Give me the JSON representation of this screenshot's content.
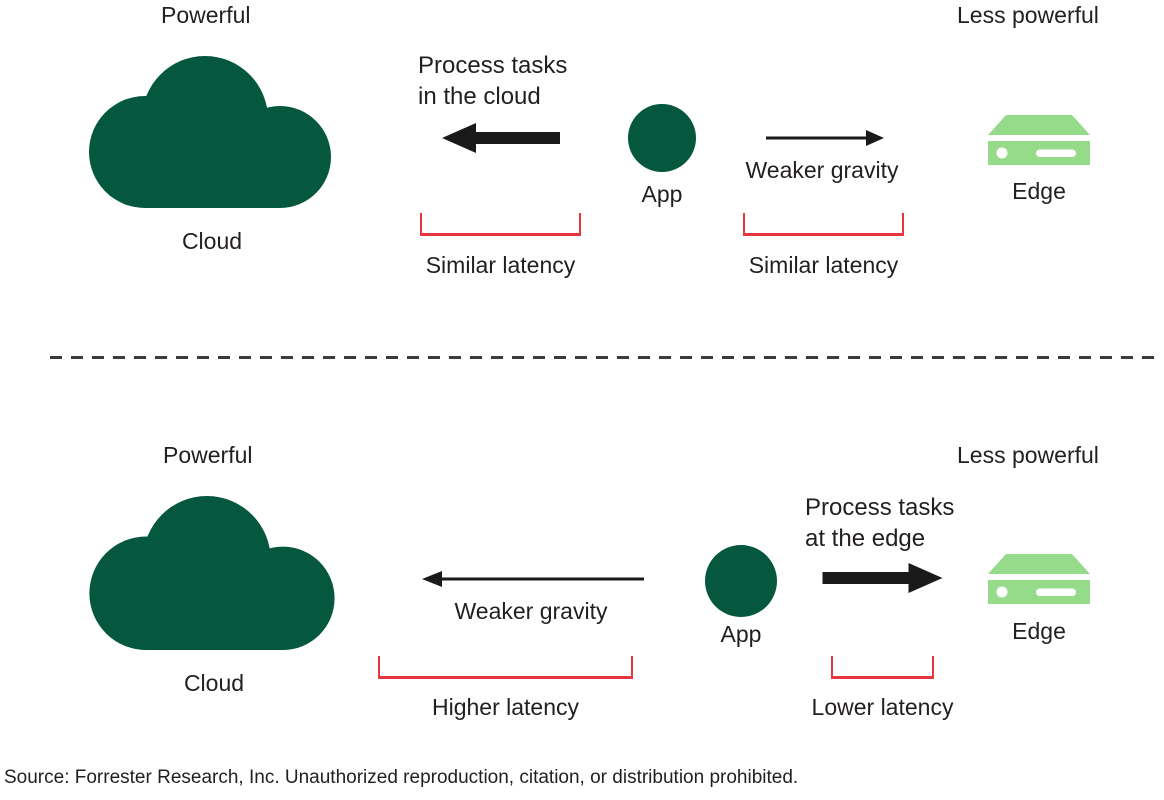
{
  "colors": {
    "dark_green": "#05573E",
    "light_green": "#96DB8A",
    "bracket_red": "#E8353F",
    "arrow_black": "#1A1A1A",
    "text": "#231F20"
  },
  "top": {
    "powerful_label": "Powerful",
    "less_powerful_label": "Less powerful",
    "cloud_label": "Cloud",
    "app_label": "App",
    "edge_label": "Edge",
    "process_line1": "Process tasks",
    "process_line2": "in the cloud",
    "gravity_label": "Weaker gravity",
    "left_latency_label": "Similar latency",
    "right_latency_label": "Similar latency"
  },
  "bottom": {
    "powerful_label": "Powerful",
    "less_powerful_label": "Less powerful",
    "cloud_label": "Cloud",
    "app_label": "App",
    "edge_label": "Edge",
    "process_line1": "Process tasks",
    "process_line2": "at the edge",
    "gravity_label": "Weaker gravity",
    "left_latency_label": "Higher latency",
    "right_latency_label": "Lower latency"
  },
  "footer": {
    "source_text": "Source: Forrester Research, Inc. Unauthorized reproduction, citation, or distribution prohibited."
  }
}
